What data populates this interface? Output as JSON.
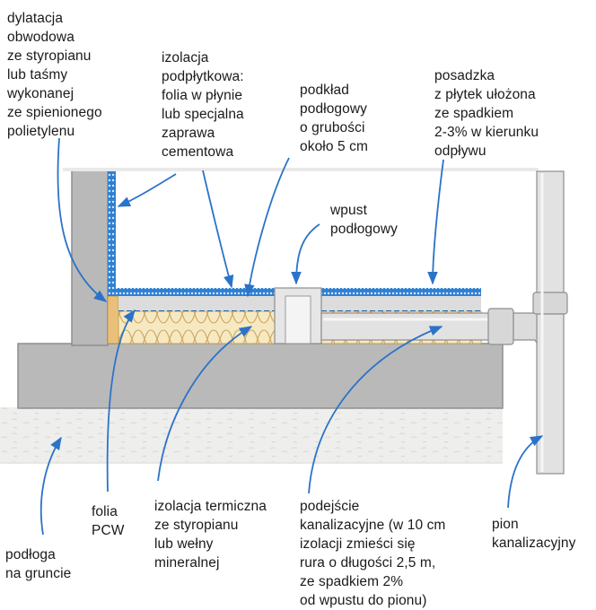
{
  "labels": {
    "dylatacja": [
      "dylatacja",
      "obwodowa",
      "ze styropianu",
      "lub taśmy",
      "wykonanej",
      "ze spienionego",
      "polietylenu"
    ],
    "izolacja_podplytkowa": [
      "izolacja",
      "podpłytkowa:",
      "folia w płynie",
      "lub specjalna",
      "zaprawa",
      "cementowa"
    ],
    "podklad": [
      "podkład",
      "podłogowy",
      "o grubości",
      "około 5 cm"
    ],
    "posadzka": [
      "posadzka",
      "z płytek ułożona",
      "ze spadkiem",
      "2-3% w kierunku",
      "odpływu"
    ],
    "wpust": [
      "wpust",
      "podłogowy"
    ],
    "folia_pcw": [
      "folia",
      "PCW"
    ],
    "podloga": [
      "podłoga",
      "na gruncie"
    ],
    "izolacja_termiczna": [
      "izolacja termiczna",
      "ze styropianu",
      "lub wełny",
      "mineralnej"
    ],
    "podejscie": [
      "podejście",
      "kanalizacyjne (w 10 cm",
      "izolacji zmieści się",
      "rura o długości 2,5 m,",
      "ze spadkiem 2%",
      "od wpustu do pionu)"
    ],
    "pion": [
      "pion",
      "kanalizacyjny"
    ]
  },
  "colors": {
    "concrete": "#b9b9b9",
    "concrete_edge": "#8e8e8e",
    "gravel": "#eeeeec",
    "screed": "#d9d9d9",
    "insulation": "#f6e9c2",
    "insulation_stroke": "#c9a45c",
    "membrane": "#2f7fd1",
    "pvc_foil": "#1f5fa8",
    "dilatation": "#e9c07a",
    "pipe": "#e2e2e2",
    "arrow": "#2b73c8"
  }
}
